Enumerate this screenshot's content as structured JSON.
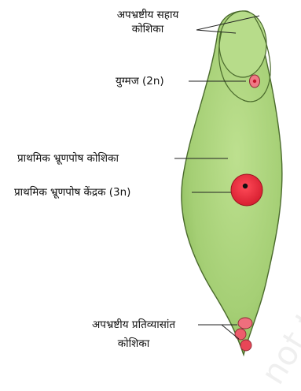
{
  "labels": {
    "synergid_line1": "अपभ्रष्टीय सहाय",
    "synergid_line2": "कोशिका",
    "zygote": "युग्मज (2n)",
    "primary_endosperm_cell": "प्राथमिक भ्रूणपोष कोशिका",
    "primary_endosperm_nucleus": "प्राथमिक भ्रूणपोष केंद्रक (3n)",
    "antipodal_line1": "अपभ्रष्टीय प्रतिव्यासांत",
    "antipodal_line2": "कोशिका"
  },
  "watermark": "not to",
  "colors": {
    "embryo_sac_fill": "#a8d07a",
    "embryo_sac_stroke": "#4a6a2c",
    "nucleus_outer": "#e0283a",
    "nucleus_inner": "#101010",
    "zygote_fill": "#f07a86",
    "antipodal_fill": "#ef6f7d",
    "leader_line": "#222222"
  }
}
